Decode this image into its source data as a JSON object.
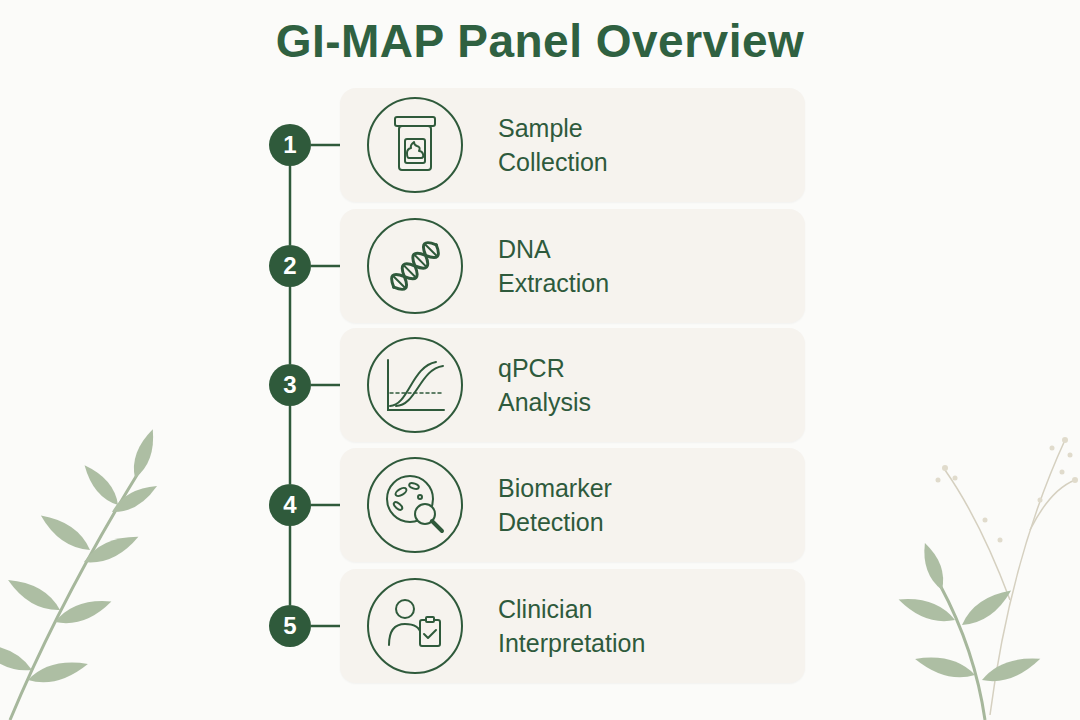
{
  "diagram": {
    "title": "GI-MAP Panel Overview",
    "nodes": [
      {
        "text": [
          "1"
        ]
      },
      {
        "text": [
          "Sample Collection"
        ]
      },
      {
        "text": [
          "2"
        ]
      },
      {
        "text": [
          "DNA Extraction"
        ]
      },
      {
        "text": [
          "3"
        ]
      },
      {
        "text": [
          "qPCR Analysis"
        ]
      },
      {
        "text": [
          "4"
        ]
      },
      {
        "text": [
          "Biomarker Detection"
        ]
      },
      {
        "text": [
          "5"
        ]
      },
      {
        "text": [
          "Clinician Interpretation"
        ]
      }
    ],
    "edges": [
      {
        "from": 0,
        "to": 1,
        "arrow": "none"
      },
      {
        "from": 0,
        "to": 2,
        "arrow": "none"
      },
      {
        "from": 2,
        "to": 3,
        "arrow": "none"
      },
      {
        "from": 2,
        "to": 4,
        "arrow": "none"
      },
      {
        "from": 4,
        "to": 5,
        "arrow": "none"
      },
      {
        "from": 4,
        "to": 6,
        "arrow": "none"
      },
      {
        "from": 6,
        "to": 7,
        "arrow": "none"
      },
      {
        "from": 6,
        "to": 8,
        "arrow": "none"
      },
      {
        "from": 8,
        "to": 9,
        "arrow": "none"
      }
    ]
  }
}
